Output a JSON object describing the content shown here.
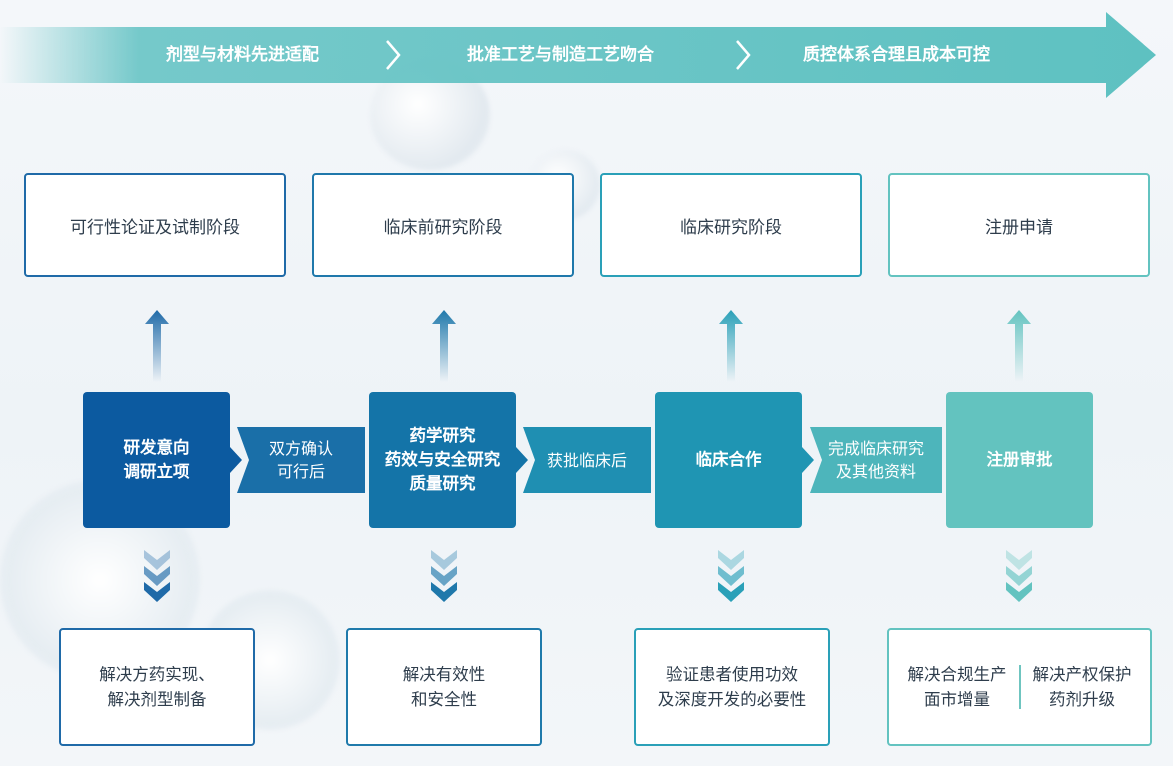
{
  "top_band": {
    "steps": [
      "剂型与材料先进适配",
      "批准工艺与制造工艺吻合",
      "质控体系合理且成本可控"
    ]
  },
  "stages": [
    {
      "label": "可行性论证及试制阶段",
      "color": "#1f6aa8"
    },
    {
      "label": "临床前研究阶段",
      "color": "#1f78ab"
    },
    {
      "label": "临床研究阶段",
      "color": "#2aa0b8"
    },
    {
      "label": "注册申请",
      "color": "#63c3c0"
    }
  ],
  "blocks": [
    {
      "lines": [
        "研发意向",
        "调研立项"
      ],
      "color": "#0c5aa0"
    },
    {
      "lines": [
        "药学研究",
        "药效与安全研究",
        "质量研究"
      ],
      "color": "#1474a8"
    },
    {
      "lines": [
        "临床合作"
      ],
      "color": "#1f95b3"
    },
    {
      "lines": [
        "注册审批"
      ],
      "color": "#63c3bf"
    }
  ],
  "connectors": [
    {
      "lines": [
        "双方确认",
        "可行后"
      ],
      "color": "#1a6fa8"
    },
    {
      "lines": [
        "获批临床后"
      ],
      "color": "#1f8fb2"
    },
    {
      "lines": [
        "完成临床研究",
        "及其他资料"
      ],
      "color": "#4db5bb"
    }
  ],
  "results": [
    {
      "lines": [
        "解决方药实现、",
        "解决剂型制备"
      ],
      "color": "#1f6aa8"
    },
    {
      "lines": [
        "解决有效性",
        "和安全性"
      ],
      "color": "#1f7aab"
    },
    {
      "lines": [
        "验证患者使用功效",
        "及深度开发的必要性"
      ],
      "color": "#2aa0b8"
    },
    {
      "left": [
        "解决合规生产",
        "面市增量"
      ],
      "right": [
        "解决产权保护",
        "药剂升级"
      ],
      "color": "#63c3c0"
    }
  ]
}
